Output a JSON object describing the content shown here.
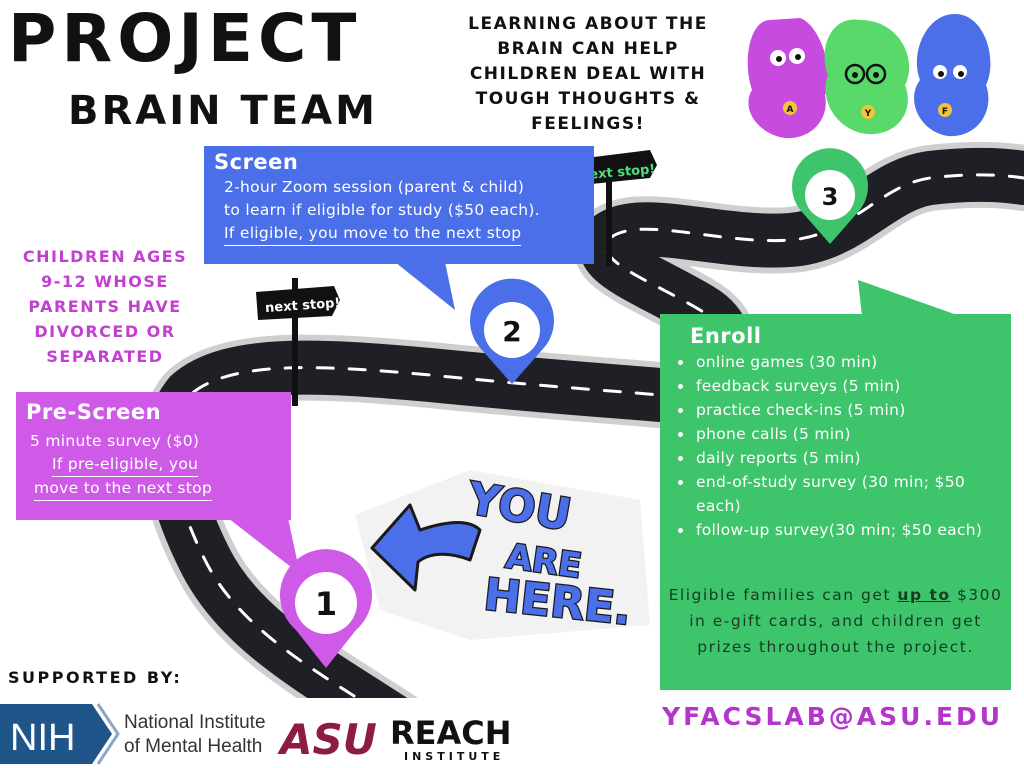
{
  "header": {
    "title_line1": "PROJECT",
    "title_line2": "BRAIN TEAM",
    "tagline": "LEARNING ABOUT THE BRAIN CAN HELP CHILDREN DEAL WITH TOUGH THOUGHTS & FEELINGS!"
  },
  "audience": "CHILDREN AGES 9-12 WHOSE PARENTS HAVE DIVORCED OR SEPARATED",
  "signs": {
    "next_stop": "next stop!"
  },
  "stops": {
    "pre_screen": {
      "number": "1",
      "title": "Pre-Screen",
      "line1": "5 minute survey ($0)",
      "line2": "If pre-eligible, you",
      "line3": "move to the next stop"
    },
    "screen": {
      "number": "2",
      "title": "Screen",
      "line1": "2-hour Zoom session (parent & child)",
      "line2": "to learn if eligible for study ($50 each).",
      "line3": "If eligible, you move to the next stop"
    },
    "enroll": {
      "number": "3",
      "title": "Enroll",
      "items": [
        "online games (30 min)",
        "feedback surveys (5 min)",
        "practice check-ins (5 min)",
        "phone calls (5 min)",
        "daily reports (5 min)",
        "end-of-study survey (30 min; $50 each)",
        "follow-up survey(30 min; $50 each)"
      ],
      "note_pre": "Eligible families can get ",
      "note_emph": "up to",
      "note_post": " $300 in e-gift cards, and children get prizes throughout the project."
    }
  },
  "you_are_here": {
    "line1": "YOU",
    "line2": "ARE",
    "line3": "HERE."
  },
  "mascots": [
    {
      "badge": "A",
      "color": "#c84be0"
    },
    {
      "badge": "Y",
      "color": "#58d96a"
    },
    {
      "badge": "F",
      "color": "#4a6fe8"
    }
  ],
  "footer": {
    "supported_by": "SUPPORTED BY:",
    "email": "YFACSLAB@ASU.EDU",
    "nih": "NIH",
    "nimh_line1": "National Institute",
    "nimh_line2": "of Mental Health",
    "asu": "ASU",
    "reach": "REACH",
    "reach_sub": "INSTITUTE"
  },
  "colors": {
    "road": "#1f1f26",
    "road_edge": "#bdbdbd",
    "screen_box": "#4a6fe8",
    "prescreen_box": "#d05ae8",
    "enroll_box": "#3ec46b",
    "purple_text": "#c23fd0",
    "asu_maroon": "#8c1d40",
    "nih_blue": "#20558a"
  }
}
